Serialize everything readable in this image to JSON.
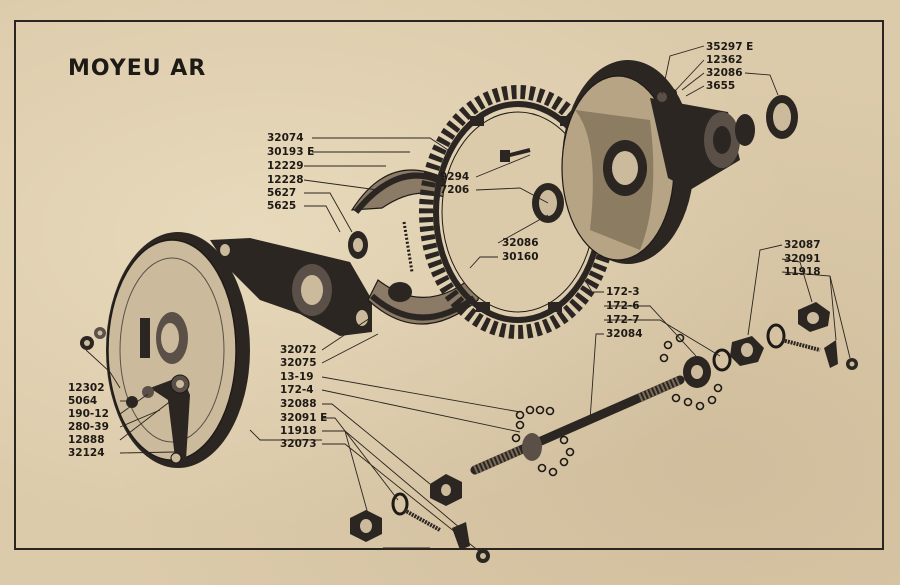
{
  "title": "MOYEU AR",
  "part_labels": {
    "top_right": [
      "35297 E",
      "12362",
      "32086",
      "3655"
    ],
    "upper_middle": [
      "32074",
      "30193 E",
      "12229",
      "12228",
      "5627",
      "5625"
    ],
    "center": [
      "9294",
      "7206",
      "32086",
      "30160"
    ],
    "right_group": [
      "32087",
      "32091",
      "11918"
    ],
    "axle_group": [
      "172-3",
      "172-6",
      "172-7",
      "32084"
    ],
    "lower_middle": [
      "32072",
      "32075",
      "13-19",
      "172-4",
      "32088",
      "32091 E",
      "11918",
      "32073"
    ],
    "left_group": [
      "12302",
      "5064",
      "190-12",
      "280-39",
      "12888",
      "32124"
    ]
  }
}
